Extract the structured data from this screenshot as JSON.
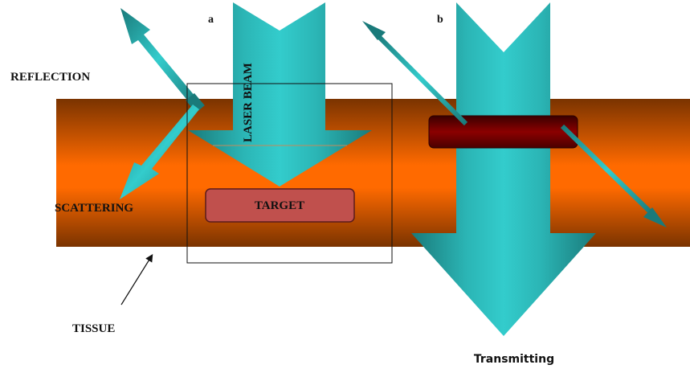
{
  "diagram": {
    "panels": [
      {
        "id": "a",
        "label": "a"
      },
      {
        "id": "b",
        "label": "b"
      }
    ],
    "labels": {
      "reflection": "REFLECTION",
      "scattering": "SCATTERING",
      "tissue": "TISSUE",
      "laser_beam": "LASER BEAM",
      "target": "TARGET",
      "transmitting": "Transmitting"
    },
    "colors": {
      "tissue_light": "#ff6a00",
      "tissue_dark": "#7a3300",
      "beam_light": "#33cccc",
      "beam_dark": "#1a7a7a",
      "target_fill": "#c0504d",
      "target_border": "#5a1a1a",
      "absorber_light": "#8b0000",
      "absorber_dark": "#3a0000",
      "text": "#111111"
    }
  }
}
